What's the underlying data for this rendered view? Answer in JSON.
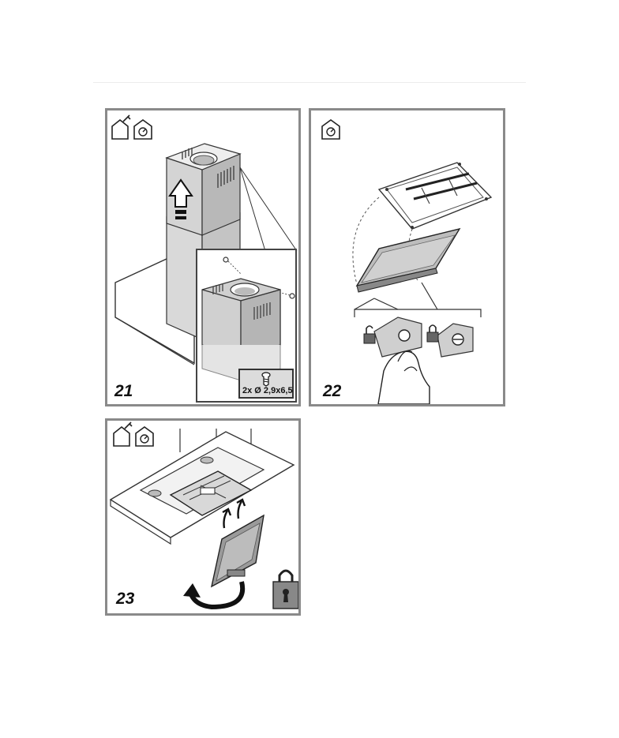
{
  "panels": [
    {
      "step": "21",
      "screw_label": "2x Ø 2,9x6,5"
    },
    {
      "step": "22"
    },
    {
      "step": "23"
    }
  ],
  "icons": {
    "tools": "tools-house-icon",
    "filter": "filter-house-icon",
    "lock_closed": "padlock-closed-icon",
    "lock_open": "padlock-open-icon"
  }
}
